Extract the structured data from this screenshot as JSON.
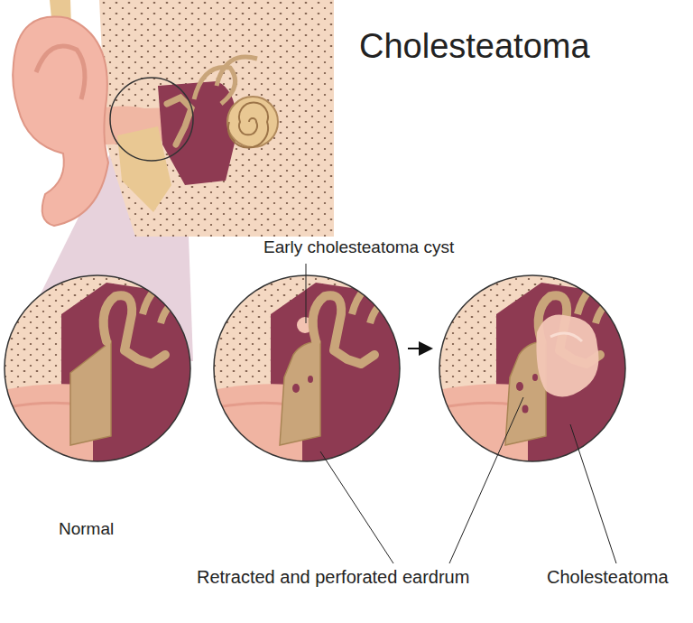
{
  "diagram": {
    "title": "Cholesteatoma",
    "labels": [
      "Early cholesteatoma cyst",
      "Normal",
      "Retracted and perforated eardrum",
      "Cholesteatoma"
    ]
  }
}
